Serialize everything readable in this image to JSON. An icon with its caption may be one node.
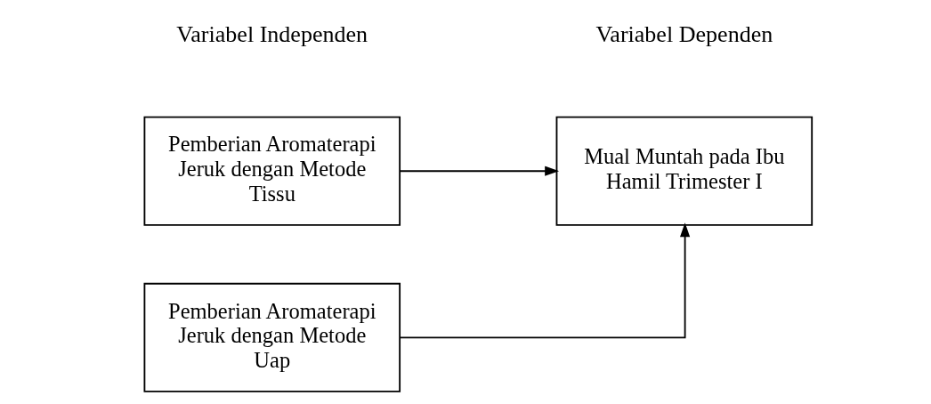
{
  "diagram": {
    "nodes": [
      {
        "text": [
          "Pemberian Aromaterapi Jeruk dengan Metode Uap"
        ]
      },
      {
        "text": [
          "Pemberian Aromaterapi Jeruk dengan Metode Tissu"
        ]
      },
      {
        "text": [
          "Mual Muntah pada Ibu Hamil Trimester I"
        ]
      }
    ],
    "edges": [
      {
        "from": 0,
        "to": 2,
        "arrow": "to"
      },
      {
        "from": 1,
        "to": 2,
        "arrow": "to"
      }
    ],
    "labels": [
      "Variabel Independen",
      "Variabel Dependen"
    ]
  }
}
